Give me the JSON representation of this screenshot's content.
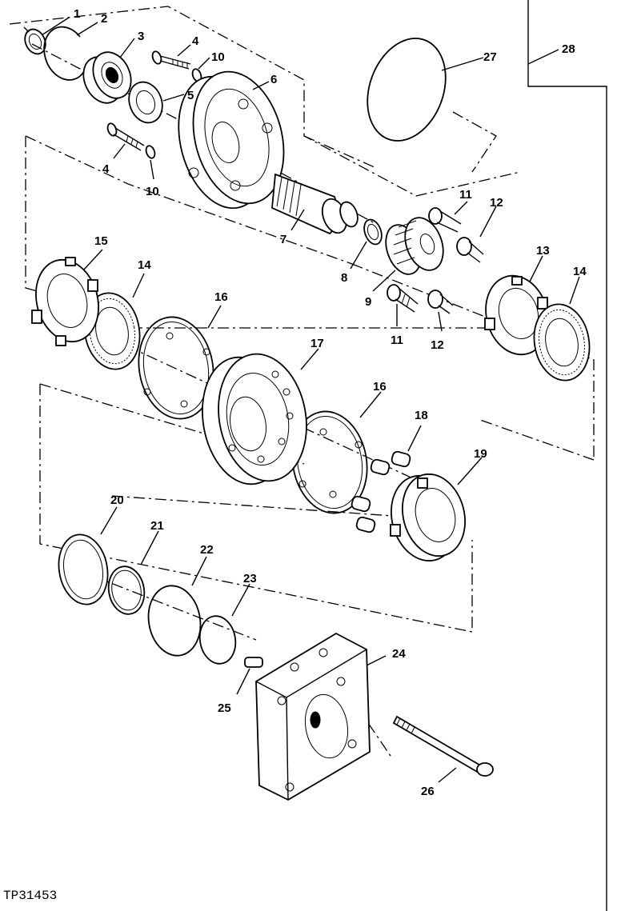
{
  "figure_id": "TP31453",
  "callouts": [
    {
      "id": "1",
      "label": "1"
    },
    {
      "id": "2",
      "label": "2"
    },
    {
      "id": "3",
      "label": "3"
    },
    {
      "id": "4a",
      "label": "4"
    },
    {
      "id": "4b",
      "label": "4"
    },
    {
      "id": "5",
      "label": "5"
    },
    {
      "id": "6",
      "label": "6"
    },
    {
      "id": "7",
      "label": "7"
    },
    {
      "id": "8",
      "label": "8"
    },
    {
      "id": "9",
      "label": "9"
    },
    {
      "id": "10a",
      "label": "10"
    },
    {
      "id": "10b",
      "label": "10"
    },
    {
      "id": "11a",
      "label": "11"
    },
    {
      "id": "11b",
      "label": "11"
    },
    {
      "id": "12a",
      "label": "12"
    },
    {
      "id": "12b",
      "label": "12"
    },
    {
      "id": "13",
      "label": "13"
    },
    {
      "id": "14a",
      "label": "14"
    },
    {
      "id": "14b",
      "label": "14"
    },
    {
      "id": "15",
      "label": "15"
    },
    {
      "id": "16a",
      "label": "16"
    },
    {
      "id": "16b",
      "label": "16"
    },
    {
      "id": "17",
      "label": "17"
    },
    {
      "id": "18",
      "label": "18"
    },
    {
      "id": "19",
      "label": "19"
    },
    {
      "id": "20",
      "label": "20"
    },
    {
      "id": "21",
      "label": "21"
    },
    {
      "id": "22",
      "label": "22"
    },
    {
      "id": "23",
      "label": "23"
    },
    {
      "id": "24",
      "label": "24"
    },
    {
      "id": "25",
      "label": "25"
    },
    {
      "id": "26",
      "label": "26"
    },
    {
      "id": "27",
      "label": "27"
    },
    {
      "id": "28",
      "label": "28"
    }
  ]
}
